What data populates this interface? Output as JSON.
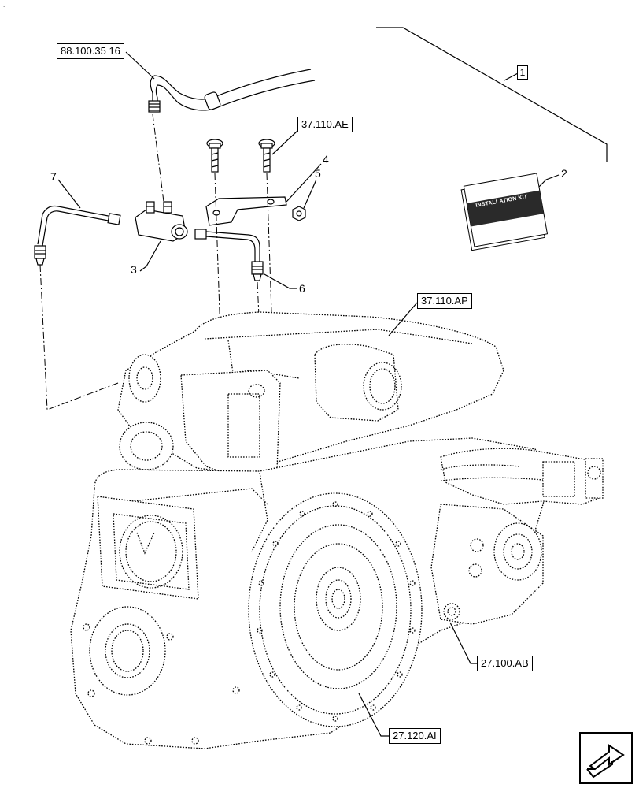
{
  "callouts": {
    "ref_88_100": "88.100.35 16",
    "ref_37_110_ae": "37.110.AE",
    "ref_37_110_ap": "37.110.AP",
    "ref_27_100_ab": "27.100.AB",
    "ref_27_120_ai": "27.120.AI",
    "item_1": "1",
    "item_2": "2",
    "item_3": "3",
    "item_4": "4",
    "item_5": "5",
    "item_6": "6",
    "item_7": "7"
  },
  "kit": {
    "label": "INSTALLATION KIT"
  },
  "corner_mark": ".",
  "icons": {
    "navigation": "next-page-arrow-icon"
  }
}
